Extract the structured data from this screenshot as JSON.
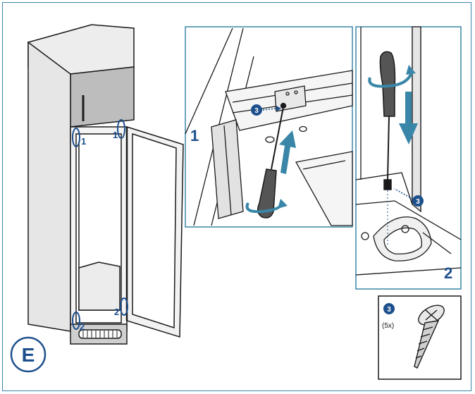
{
  "colors": {
    "frame": "#3a86a8",
    "accent": "#1d4f8c",
    "line": "#1a1a1a",
    "cabinet_gray": "#d9d9d9",
    "panel_gray": "#b8b8b8"
  },
  "overview": {
    "section_letter": "E",
    "hinge_labels": [
      "1",
      "1",
      "2",
      "2"
    ]
  },
  "detail_1": {
    "step_number": "1",
    "screw_callout": "3"
  },
  "detail_2": {
    "step_number": "2",
    "screw_callout": "3"
  },
  "parts_box": {
    "part_number": "3",
    "quantity": "(5x)"
  }
}
